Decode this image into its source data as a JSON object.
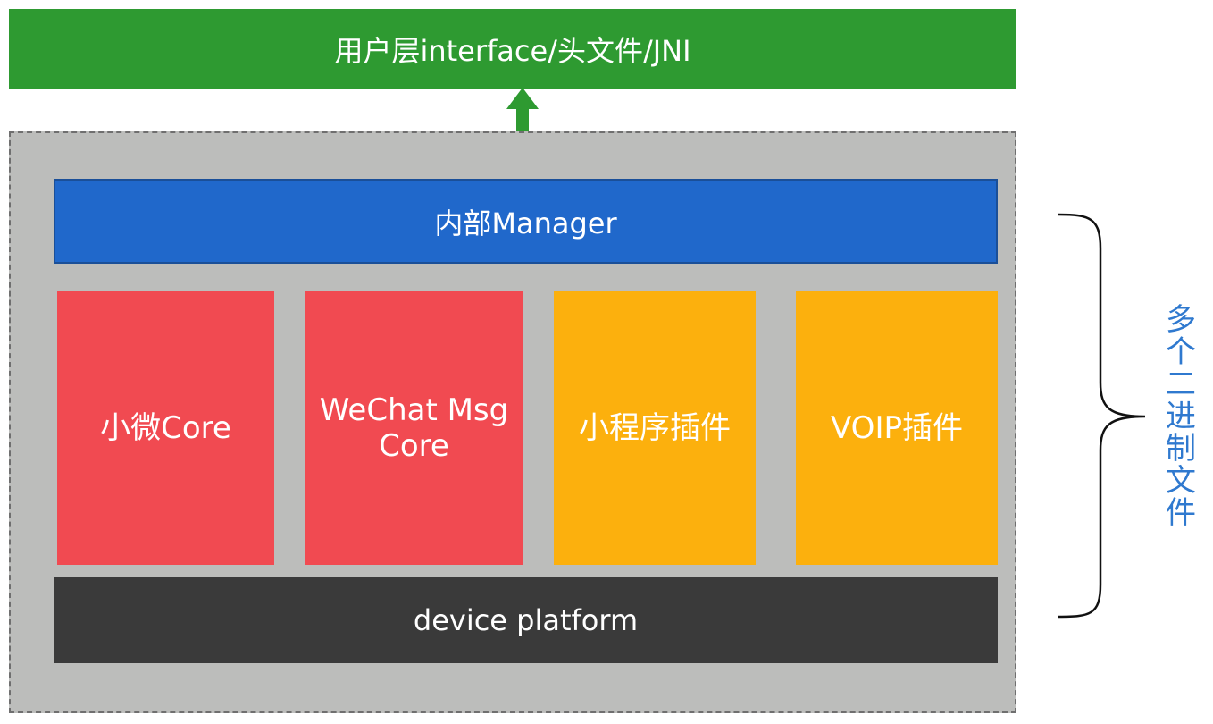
{
  "top_layer": {
    "label": "用户层interface/头文件/JNI"
  },
  "manager": {
    "label": "内部Manager"
  },
  "modules": [
    {
      "label": "小微Core"
    },
    {
      "label": "WeChat Msg\nCore"
    },
    {
      "label": "小程序插件"
    },
    {
      "label": "VOIP插件"
    }
  ],
  "device": {
    "label": "device platform"
  },
  "side_label": "多个二进制文件",
  "colors": {
    "top_layer": "#2e9a31",
    "manager": "#2068cb",
    "core_modules": "#f14a51",
    "plugin_modules": "#fcb00d",
    "device": "#3a3a3a",
    "container": "#bcbdbb",
    "side_label": "#2f79cf"
  }
}
